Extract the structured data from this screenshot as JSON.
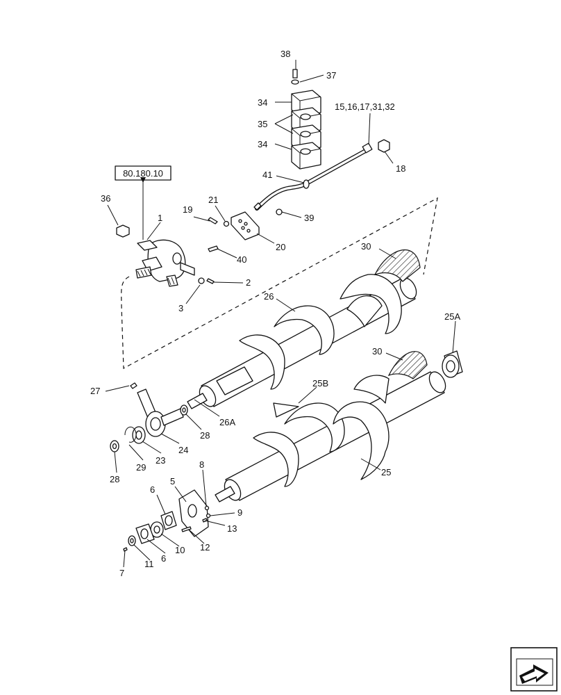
{
  "reference_box": "80.180.10",
  "callouts": {
    "c1": "1",
    "c2": "2",
    "c3": "3",
    "c5": "5",
    "c6a": "6",
    "c6b": "6",
    "c7": "7",
    "c8": "8",
    "c9": "9",
    "c10": "10",
    "c11": "11",
    "c12": "12",
    "c13": "13",
    "c15": "15,16,17,31,32",
    "c18": "18",
    "c19": "19",
    "c20": "20",
    "c21": "21",
    "c23": "23",
    "c24": "24",
    "c25": "25",
    "c25A": "25A",
    "c25B": "25B",
    "c26": "26",
    "c26A": "26A",
    "c27": "27",
    "c28a": "28",
    "c28b": "28",
    "c29": "29",
    "c30a": "30",
    "c30b": "30",
    "c34a": "34",
    "c34b": "34",
    "c35": "35",
    "c36": "36",
    "c37": "37",
    "c38": "38",
    "c39": "39",
    "c40": "40",
    "c41": "41"
  },
  "nav_icon": "next-page-arrow-icon"
}
